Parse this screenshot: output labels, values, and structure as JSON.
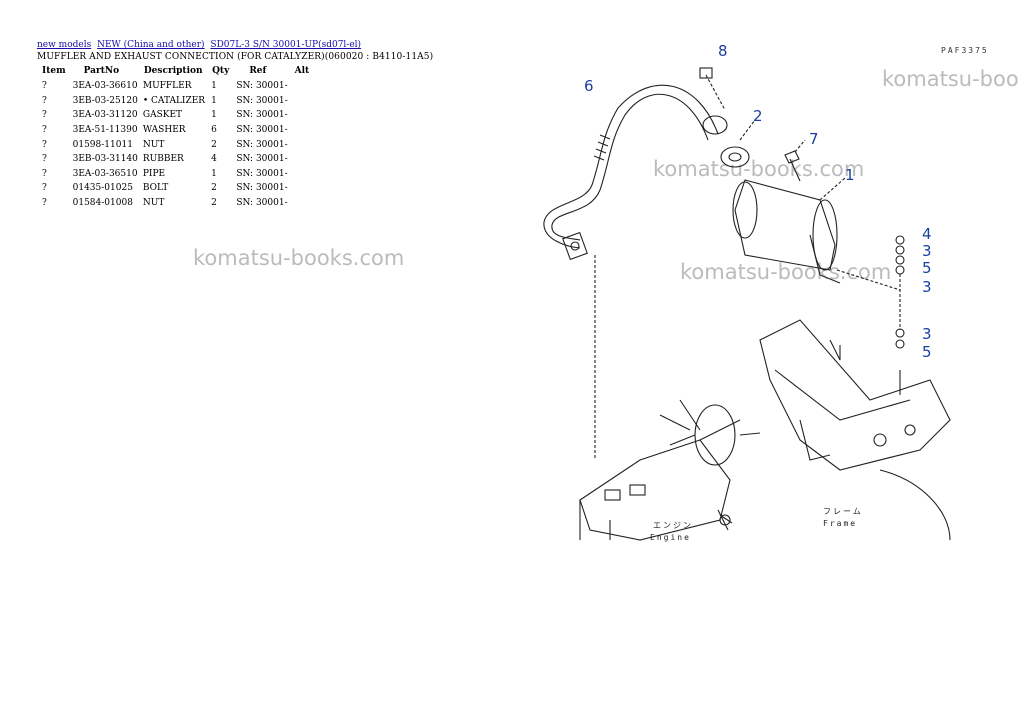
{
  "breadcrumbs": [
    {
      "label": "new models"
    },
    {
      "label": "NEW (China and other)"
    },
    {
      "label": "SD07L-3 S/N 30001-UP(sd07l-el)"
    }
  ],
  "section_title": "MUFFLER AND EXHAUST CONNECTION (FOR CATALYZER)(060020 : B4110-11A5)",
  "table": {
    "headers": {
      "item": "Item",
      "partno": "PartNo",
      "description": "Description",
      "qty": "Qty",
      "ref": "Ref",
      "alt": "Alt"
    },
    "rows": [
      {
        "item": "?",
        "partno": "3EA-03-36610",
        "description": "MUFFLER",
        "qty": "1",
        "ref": "SN: 30001-"
      },
      {
        "item": "?",
        "partno": "3EB-03-25120",
        "description": "• CATALIZER",
        "qty": "1",
        "ref": "SN: 30001-"
      },
      {
        "item": "?",
        "partno": "3EA-03-31120",
        "description": "GASKET",
        "qty": "1",
        "ref": "SN: 30001-"
      },
      {
        "item": "?",
        "partno": "3EA-51-11390",
        "description": "WASHER",
        "qty": "6",
        "ref": "SN: 30001-"
      },
      {
        "item": "?",
        "partno": "01598-11011",
        "description": "NUT",
        "qty": "2",
        "ref": "SN: 30001-"
      },
      {
        "item": "?",
        "partno": "3EB-03-31140",
        "description": "RUBBER",
        "qty": "4",
        "ref": "SN: 30001-"
      },
      {
        "item": "?",
        "partno": "3EA-03-36510",
        "description": "PIPE",
        "qty": "1",
        "ref": "SN: 30001-"
      },
      {
        "item": "?",
        "partno": "01435-01025",
        "description": "BOLT",
        "qty": "2",
        "ref": "SN: 30001-"
      },
      {
        "item": "?",
        "partno": "01584-01008",
        "description": "NUT",
        "qty": "2",
        "ref": "SN: 30001-"
      }
    ]
  },
  "watermarks": [
    "komatsu-books.com",
    "komatsu-boo",
    "komatsu-books.com",
    "komatsu-books.com"
  ],
  "diagram": {
    "drawing_code": "PAF3375",
    "callouts": [
      "8",
      "6",
      "2",
      "7",
      "1",
      "4",
      "3",
      "5",
      "3",
      "3",
      "5"
    ],
    "labels": {
      "engine_jp": "エンジン",
      "engine": "Engine",
      "frame_jp": "フレーム",
      "frame": "Frame"
    }
  },
  "colors": {
    "link": "#1a0dab",
    "callout": "#1a3fa0",
    "watermark": "#969696"
  }
}
